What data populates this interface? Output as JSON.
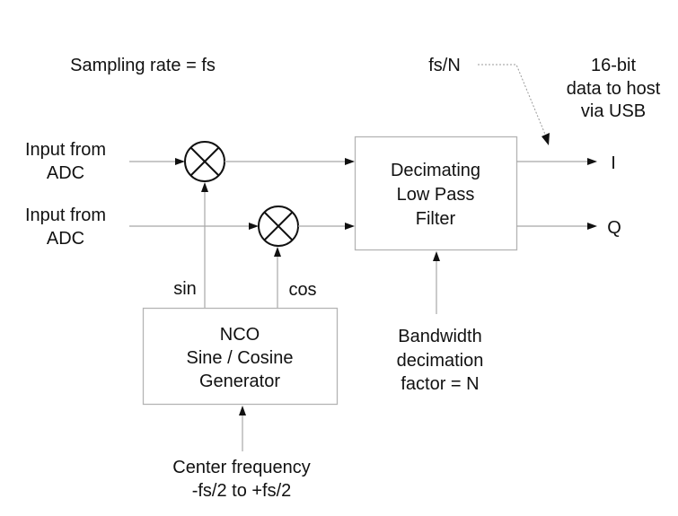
{
  "diagram": {
    "sampling_rate_label": "Sampling rate = fs",
    "inputs": [
      {
        "line1": "Input from",
        "line2": "ADC"
      },
      {
        "line1": "Input from",
        "line2": "ADC"
      }
    ],
    "mixers": [
      {
        "name": "mixer-sin",
        "symbol": "multiply"
      },
      {
        "name": "mixer-cos",
        "symbol": "multiply"
      }
    ],
    "filter_block": {
      "lines": [
        "Decimating",
        "Low Pass",
        "Filter"
      ]
    },
    "nco_block": {
      "lines": [
        "NCO",
        "Sine / Cosine",
        "Generator"
      ]
    },
    "nco_outputs": {
      "sin": "sin",
      "cos": "cos"
    },
    "outputs": {
      "i": "I",
      "q": "Q"
    },
    "output_rate_label": "fs/N",
    "output_note": [
      "16-bit",
      "data to host",
      "via USB"
    ],
    "bandwidth_label": [
      "Bandwidth",
      "decimation",
      "factor = N"
    ],
    "center_freq_label": [
      "Center frequency",
      "-fs/2 to +fs/2"
    ],
    "colors": {
      "line": "#a8a8a8",
      "text": "#111111",
      "box": "#b4b4b4"
    }
  }
}
